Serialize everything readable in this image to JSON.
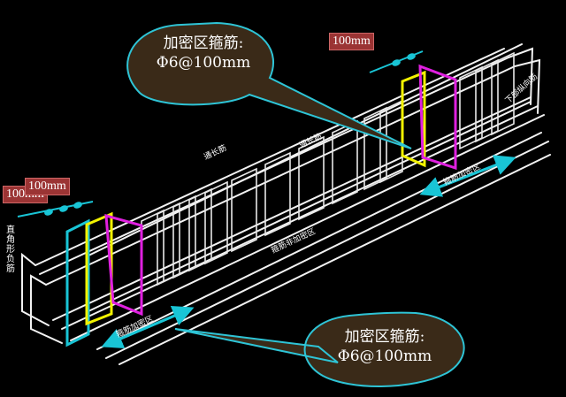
{
  "callouts": {
    "top": {
      "line1": "加密区箍筋:",
      "line2": "Φ6@100mm"
    },
    "bottom": {
      "line1": "加密区箍筋:",
      "line2": "Φ6@100mm"
    }
  },
  "spacing_tags": {
    "right": "100mm",
    "left_front": "100mm",
    "left_back": "100mm"
  },
  "labels": {
    "bottom_long_bar": "下部纵向筋",
    "through_bar_1": "通长筋",
    "through_bar_2": "通长筋",
    "non_dense_zone": "箍筋非加密区",
    "dense_zone_left": "箍筋加密区",
    "dense_zone_right": "箍筋加密区",
    "corner_bar": "直角形负筋"
  },
  "colors": {
    "background": "#000000",
    "rebar": "#f2f2f2",
    "stirrup_yellow": "#f2f200",
    "stirrup_magenta": "#e020e0",
    "dimension_cyan": "#19c5d6",
    "callout_fill": "#3a2a18",
    "callout_stroke": "#2ec4d6",
    "tag_fill": "#9b3434"
  }
}
